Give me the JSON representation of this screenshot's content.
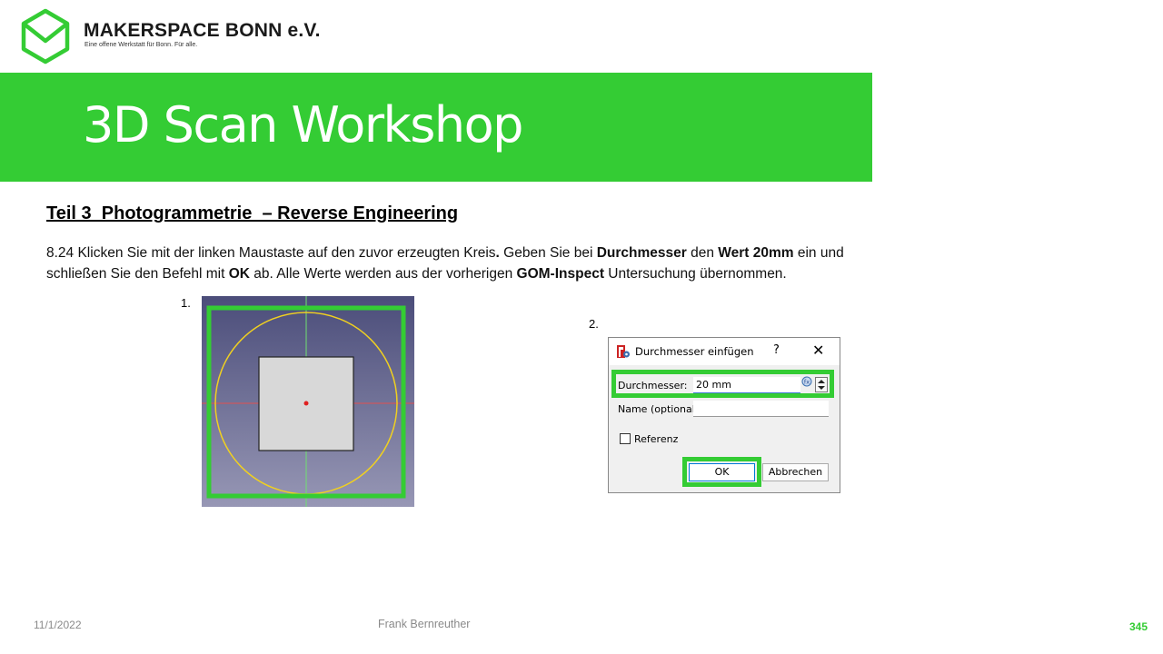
{
  "header": {
    "org_name": "MAKERSPACE BONN e.V.",
    "tagline": "Eine offene Werkstatt für Bonn. Für alle."
  },
  "title": "3D Scan Workshop",
  "section_heading": "Teil 3  Photogrammetrie  – Reverse Engineering",
  "instruction": {
    "t1": "8.24 Klicken Sie mit der linken Maustaste auf den zuvor erzeugten Kreis",
    "t1b": ".",
    "t2": " Geben Sie bei ",
    "b1": "Durchmesser",
    "t3": " den ",
    "b2": "Wert 20mm",
    "t4": " ein und schließen Sie den Befehl mit ",
    "b3": "OK",
    "t5": " ab. Alle Werte werden aus der vorherigen ",
    "b4": "GOM-Inspect",
    "t6": " Untersuchung übernommen."
  },
  "steps": {
    "step1": "1.",
    "step2": "2."
  },
  "dialog": {
    "title": "Durchmesser einfügen",
    "help": "?",
    "close": "✕",
    "diameter_label": "Durchmesser:",
    "diameter_value": "20 mm",
    "name_label": "Name (optional)",
    "reference_label": "Referenz",
    "ok_label": "OK",
    "cancel_label": "Abbrechen"
  },
  "footer": {
    "date": "11/1/2022",
    "author": "Frank Bernreuther",
    "page_number": "345"
  },
  "colors": {
    "brand_green": "#34cc34",
    "cad_bg_top": "#4b4d7a",
    "cad_bg_bottom": "#9797b5"
  },
  "icons": [
    "hexagon-logo-icon",
    "freecad-app-icon",
    "expression-icon",
    "spin-arrows-icon"
  ]
}
